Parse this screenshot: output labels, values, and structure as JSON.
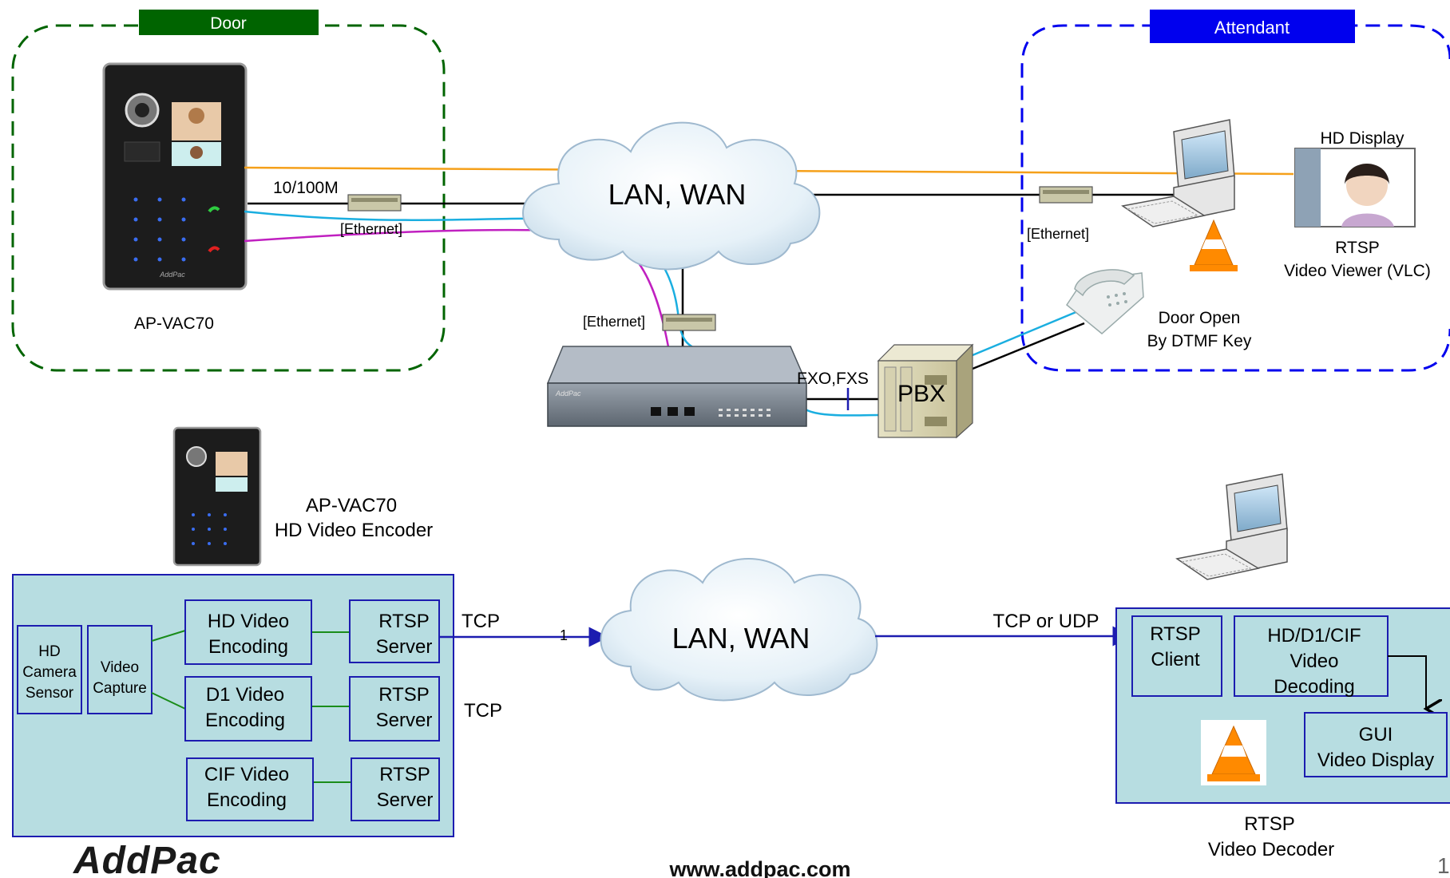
{
  "door_section": {
    "title": "Door",
    "device_label": "AP-VAC70",
    "keypad_brand": "AddPac"
  },
  "attendant_section": {
    "title": "Attendant"
  },
  "labels": {
    "link_speed": "10/100M",
    "ethernet": "[Ethernet]",
    "fxo_fxs": "FXO,FXS",
    "pbx": "PBX",
    "door_open": [
      "Door Open",
      "By DTMF Key"
    ],
    "hd_display": "HD Display",
    "video_viewer": [
      "RTSP",
      "Video Viewer (VLC)"
    ],
    "gateway_brand": "AddPac"
  },
  "clouds": {
    "top": "LAN, WAN",
    "bottom": "LAN, WAN"
  },
  "encoder": {
    "title": [
      "AP-VAC70",
      "HD Video Encoder"
    ],
    "sensor": [
      "HD",
      "Camera",
      "Sensor"
    ],
    "capture": [
      "Video",
      "Capture"
    ],
    "encodings": [
      [
        "HD Video",
        "Encoding"
      ],
      [
        "D1 Video",
        "Encoding"
      ],
      [
        "CIF Video",
        "Encoding"
      ]
    ],
    "server": [
      "RTSP",
      "Server"
    ]
  },
  "protocols": {
    "tcp": "TCP",
    "tcp_or_udp": "TCP or UDP",
    "stream_count": "1"
  },
  "decoder": {
    "client": [
      "RTSP",
      "Client"
    ],
    "decoding": [
      "HD/D1/CIF",
      "Video",
      "Decoding"
    ],
    "gui": [
      "GUI",
      "Video Display"
    ],
    "caption": [
      "RTSP",
      "Video Decoder"
    ]
  },
  "footer": {
    "logo": "AddPac",
    "url": "www.addpac.com",
    "page": "1"
  },
  "colors": {
    "door_green": "#006400",
    "attendant_blue": "#0000ee",
    "box_fill": "#b7dde1",
    "box_border": "#1c1cb0",
    "orange_line": "#f5a01a",
    "cyan_line": "#1aaee0",
    "magenta_line": "#c020c0"
  }
}
